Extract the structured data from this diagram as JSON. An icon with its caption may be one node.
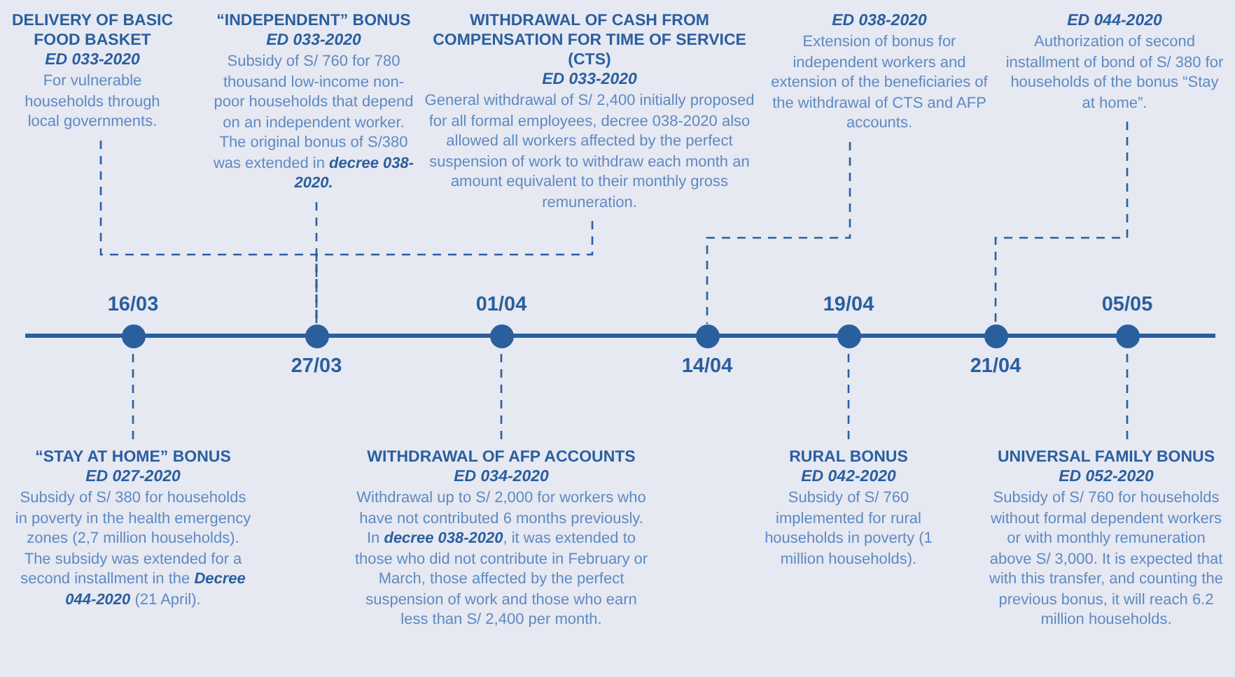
{
  "diagram": {
    "nodes": [
      {
        "text": [
          "DELIVERY OF BASIC FOOD BASKET",
          "ED 033-2020",
          "For vulnerable households through local governments."
        ]
      },
      {
        "text": [
          "“INDEPENDENT” BONUS",
          "ED 033-2020",
          "Subsidy of S/ 760 for 780 thousand low-income non-poor households that depend on an independent worker. The original bonus of S/380 was extended in **decree 038-2020.**"
        ]
      },
      {
        "text": [
          "WITHDRAWAL OF CASH FROM COMPENSATION FOR TIME OF SERVICE (CTS)",
          "ED 033-2020",
          "General withdrawal of S/ 2,400 initially proposed for all formal employees, decree 038-2020 also allowed all workers affected by the perfect suspension of work to withdraw each month an amount equivalent to their monthly gross remuneration."
        ]
      },
      {
        "text": [
          "ED 038-2020",
          "Extension of bonus for independent workers and extension of the beneficiaries of the withdrawal of CTS and AFP accounts."
        ]
      },
      {
        "text": [
          "ED 044-2020",
          "Authorization of second installment of bond of S/ 380 for households of the bonus “Stay at home”."
        ]
      },
      {
        "text": [],
        "shape": "circle",
        "beside": [
          "16/03"
        ]
      },
      {
        "text": [],
        "shape": "circle",
        "beside": [
          "27/03"
        ]
      },
      {
        "text": [],
        "shape": "circle",
        "beside": [
          "01/04"
        ]
      },
      {
        "text": [],
        "shape": "circle",
        "beside": [
          "14/04"
        ]
      },
      {
        "text": [],
        "shape": "circle",
        "beside": [
          "19/04"
        ]
      },
      {
        "text": [],
        "shape": "circle",
        "beside": [
          "21/04"
        ]
      },
      {
        "text": [],
        "shape": "circle",
        "beside": [
          "05/05"
        ]
      },
      {
        "text": [
          "“STAY AT HOME” BONUS",
          "ED 027-2020",
          "Subsidy of S/ 380 for households in poverty in the health emergency zones (2,7 million households). The subsidy was extended for a second installment in the **Decree 044-2020** (21 April)."
        ]
      },
      {
        "text": [
          "WITHDRAWAL OF AFP ACCOUNTS",
          "ED 034-2020",
          "Withdrawal up to S/ 2,000 for workers who have not contributed 6 months previously. In **decree 038-2020**, it was extended to those who did not contribute in February or March, those affected by the perfect suspension of work and those who earn less than S/ 2,400 per month."
        ]
      },
      {
        "text": [
          "RURAL BONUS",
          "ED 042-2020",
          "Subsidy of S/ 760 implemented for rural households in poverty (1 million households)."
        ]
      },
      {
        "text": [
          "UNIVERSAL FAMILY BONUS",
          "ED 052-2020",
          "Subsidy of S/ 760 for households without formal dependent workers or with monthly remuneration above S/ 3,000. It is expected that with this transfer, and counting the previous bonus, it will reach 6.2 million households."
        ]
      }
    ],
    "edges": [
      {
        "from": 0,
        "to": 6,
        "arrow": "none",
        "style": "dashed"
      },
      {
        "from": 1,
        "to": 6,
        "arrow": "none",
        "style": "dashed"
      },
      {
        "from": 2,
        "to": 6,
        "arrow": "none",
        "style": "dashed"
      },
      {
        "from": 3,
        "to": 8,
        "arrow": "none",
        "style": "dashed"
      },
      {
        "from": 4,
        "to": 10,
        "arrow": "none",
        "style": "dashed"
      },
      {
        "from": 12,
        "to": 5,
        "arrow": "none",
        "style": "dashed"
      },
      {
        "from": 13,
        "to": 7,
        "arrow": "none",
        "style": "dashed"
      },
      {
        "from": 14,
        "to": 9,
        "arrow": "none",
        "style": "dashed"
      },
      {
        "from": 15,
        "to": 11,
        "arrow": "none",
        "style": "dashed"
      }
    ]
  }
}
